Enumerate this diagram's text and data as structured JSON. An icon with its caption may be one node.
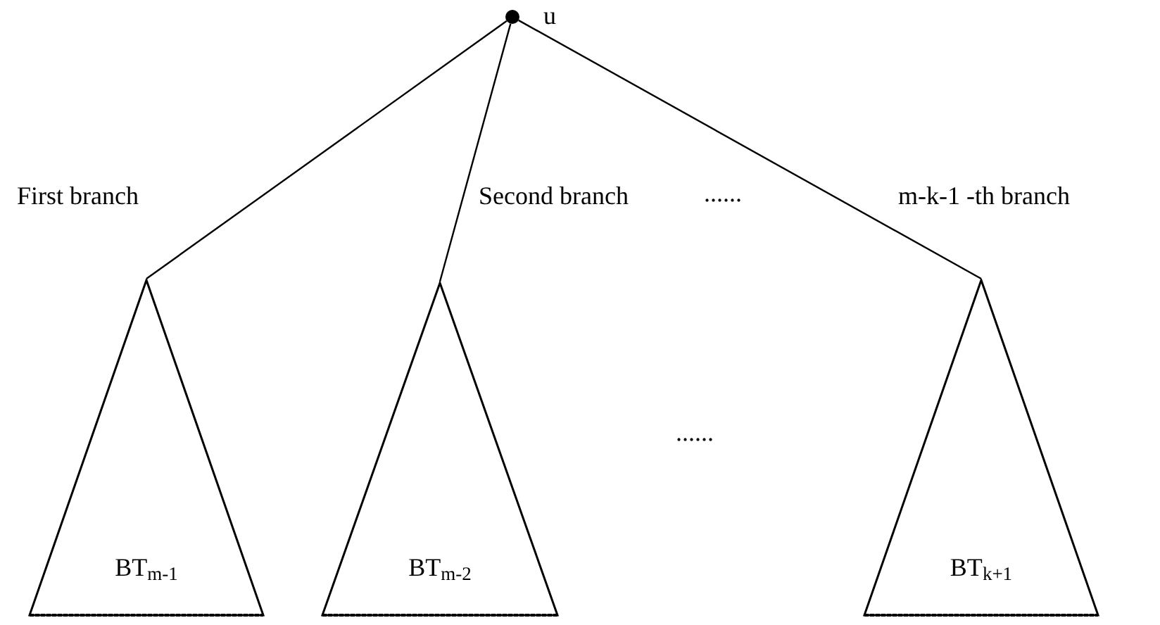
{
  "diagram": {
    "nodes": [
      {
        "text": [],
        "shape": "circle",
        "beside": [
          "u"
        ]
      },
      {
        "text": [
          "BT$_{m-1}$"
        ]
      },
      {
        "text": [
          "BT$_{m-2}$"
        ]
      },
      {
        "text": [
          "BT$_{k+1}$"
        ]
      }
    ],
    "edges": [
      {
        "from": 0,
        "to": 1,
        "arrow": "none"
      },
      {
        "from": 0,
        "to": 2,
        "arrow": "none"
      },
      {
        "from": 0,
        "to": 3,
        "arrow": "none"
      }
    ],
    "labels": [
      "First branch",
      "Second branch",
      "......",
      "m-k-1 -th branch",
      "......"
    ]
  }
}
